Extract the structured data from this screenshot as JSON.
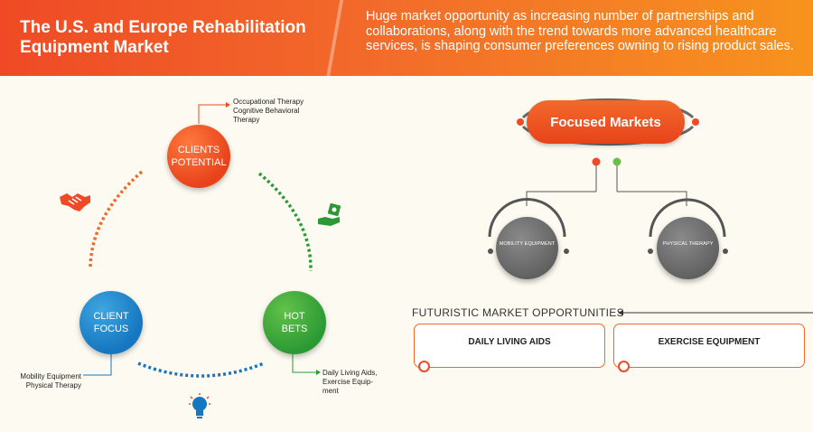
{
  "header": {
    "title": "The U.S. and Europe Rehabilitation Equipment Market",
    "description": "Huge market opportunity as increasing number of partnerships and collaborations, along with the trend towards more advanced healthcare services, is shaping consumer preferences owning to rising product sales."
  },
  "cycle": {
    "clients_potential": {
      "line1": "CLIENTS",
      "line2": "POTENTIAL",
      "note1": "Occupational Therapy",
      "note2": "Cognitive Behavioral",
      "note3": "Therapy"
    },
    "client_focus": {
      "line1": "CLIENT",
      "line2": "FOCUS",
      "note1": "Mobility Equipment",
      "note2": "Physical Therapy"
    },
    "hot_bets": {
      "line1": "HOT",
      "line2": "BETS",
      "note1": "Daily Living Aids,",
      "note2": "Exercise Equip-",
      "note3": "ment"
    }
  },
  "focused": {
    "label": "Focused Markets",
    "left_label": "MOBILITY EQUIPMENT",
    "right_label": "PHYSICAL THERAPY"
  },
  "futuristic": {
    "title": "FUTURISTIC MARKET OPPORTUNITIES",
    "items": [
      "DAILY LIVING AIDS",
      "EXERCISE EQUIPMENT"
    ]
  },
  "colors": {
    "orange": "#ef4a25",
    "blue": "#1676bf",
    "green": "#2c9a34",
    "grey": "#666666"
  },
  "icons": [
    "handshake-icon",
    "money-hand-icon",
    "lightbulb-icon"
  ]
}
